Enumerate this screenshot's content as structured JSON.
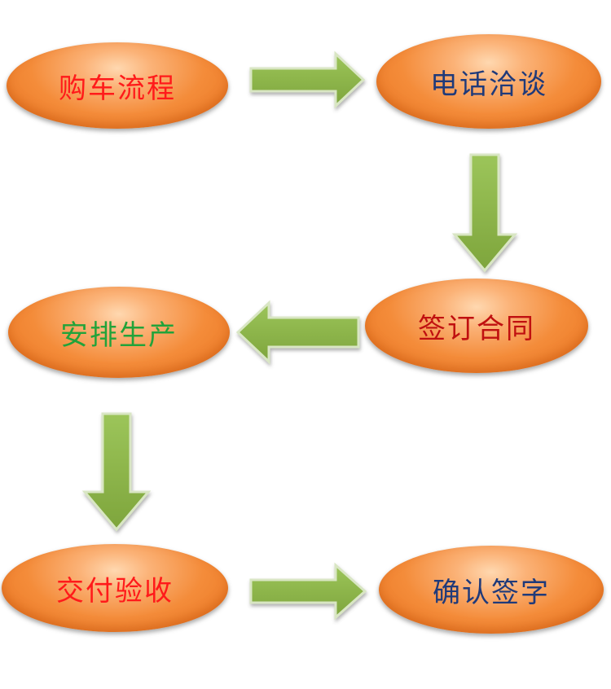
{
  "nodes": [
    {
      "id": "n1",
      "label": "购车流程",
      "color": "#ff1a1a"
    },
    {
      "id": "n2",
      "label": "电话洽谈",
      "color": "#1f3a7a"
    },
    {
      "id": "n3",
      "label": "签订合同",
      "color": "#c01010"
    },
    {
      "id": "n4",
      "label": "安排生产",
      "color": "#22a33a"
    },
    {
      "id": "n5",
      "label": "交付验收",
      "color": "#ff1a1a"
    },
    {
      "id": "n6",
      "label": "确认签字",
      "color": "#1f3a7a"
    }
  ],
  "colors": {
    "node_fill": "#f48c3a",
    "arrow_fill": "#8fb84c"
  }
}
